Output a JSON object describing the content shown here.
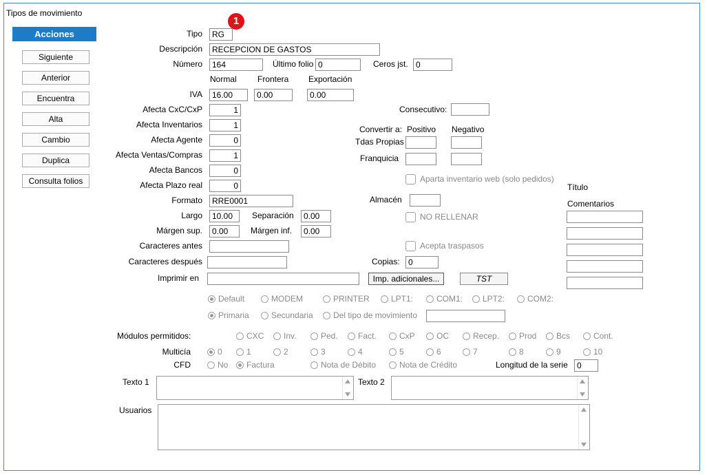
{
  "window_title": "Tipos de movimiento",
  "badge": "1",
  "acciones": {
    "header": "Acciones",
    "buttons": [
      "Siguiente",
      "Anterior",
      "Encuentra",
      "Alta",
      "Cambio",
      "Duplica",
      "Consulta folios"
    ]
  },
  "labels": {
    "tipo": "Tipo",
    "descripcion": "Descripción",
    "numero": "Número",
    "ultimo_folio": "Último folio",
    "ceros_jst": "Ceros jst.",
    "normal": "Normal",
    "frontera": "Frontera",
    "exportacion": "Exportación",
    "iva": "IVA",
    "afecta_cxc": "Afecta CxC/CxP",
    "afecta_inventarios": "Afecta Inventarios",
    "afecta_agente": "Afecta Agente",
    "afecta_ventas": "Afecta Ventas/Compras",
    "afecta_bancos": "Afecta Bancos",
    "afecta_plazo": "Afecta Plazo real",
    "formato": "Formato",
    "largo": "Largo",
    "separacion": "Separación",
    "margen_sup": "Márgen sup.",
    "margen_inf": "Márgen inf.",
    "caracteres_antes": "Caracteres antes",
    "caracteres_despues": "Caracteres después",
    "imprimir_en": "Imprimir en",
    "consecutivo": "Consecutivo:",
    "convertir_a": "Convertir a:",
    "positivo": "Positivo",
    "negativo": "Negativo",
    "tdas_propias": "Tdas Propias",
    "franquicia": "Franquicia",
    "almacen": "Almacén",
    "copias": "Copias:",
    "titulo": "Título",
    "comentarios": "Comentarios",
    "modulos": "Módulos permitidos:",
    "multicia": "Multicía",
    "cfd": "CFD",
    "longitud_serie": "Longitud de la serie",
    "texto1": "Texto 1",
    "texto2": "Texto 2",
    "usuarios": "Usuarios"
  },
  "values": {
    "tipo": "RG",
    "descripcion": "RECEPCION DE GASTOS",
    "numero": "164",
    "ultimo_folio": "0",
    "ceros_jst": "0",
    "iva_normal": "16.00",
    "iva_frontera": "0.00",
    "iva_exportacion": "0.00",
    "afecta_cxc": "1",
    "afecta_inventarios": "1",
    "afecta_agente": "0",
    "afecta_ventas": "1",
    "afecta_bancos": "0",
    "afecta_plazo": "0",
    "formato": "RRE0001",
    "largo": "10.00",
    "separacion": "0.00",
    "margen_sup": "0.00",
    "margen_inf": "0.00",
    "copias": "0",
    "longitud_serie": "0"
  },
  "checkboxes": {
    "aparta": "Aparta inventario web (solo pedidos)",
    "no_rellenar": "NO RELLENAR",
    "acepta_traspasos": "Acepta traspasos"
  },
  "buttons": {
    "imp_adicionales": "Imp. adicionales...",
    "tst": "TST"
  },
  "ports": [
    "Default",
    "MODEM",
    "PRINTER",
    "LPT1:",
    "COM1:",
    "LPT2:",
    "COM2:"
  ],
  "source": [
    "Primaria",
    "Secundaria",
    "Del tipo de movimiento"
  ],
  "modulos": [
    "CXC",
    "Inv.",
    "Ped.",
    "Fact.",
    "CxP",
    "OC",
    "Recep.",
    "Prod",
    "Bcs",
    "Cont."
  ],
  "multicia": [
    "0",
    "1",
    "2",
    "3",
    "4",
    "5",
    "6",
    "7",
    "8",
    "9",
    "10"
  ],
  "cfd": [
    "No",
    "Factura",
    "Nota de Débito",
    "Nota de Crédito"
  ]
}
